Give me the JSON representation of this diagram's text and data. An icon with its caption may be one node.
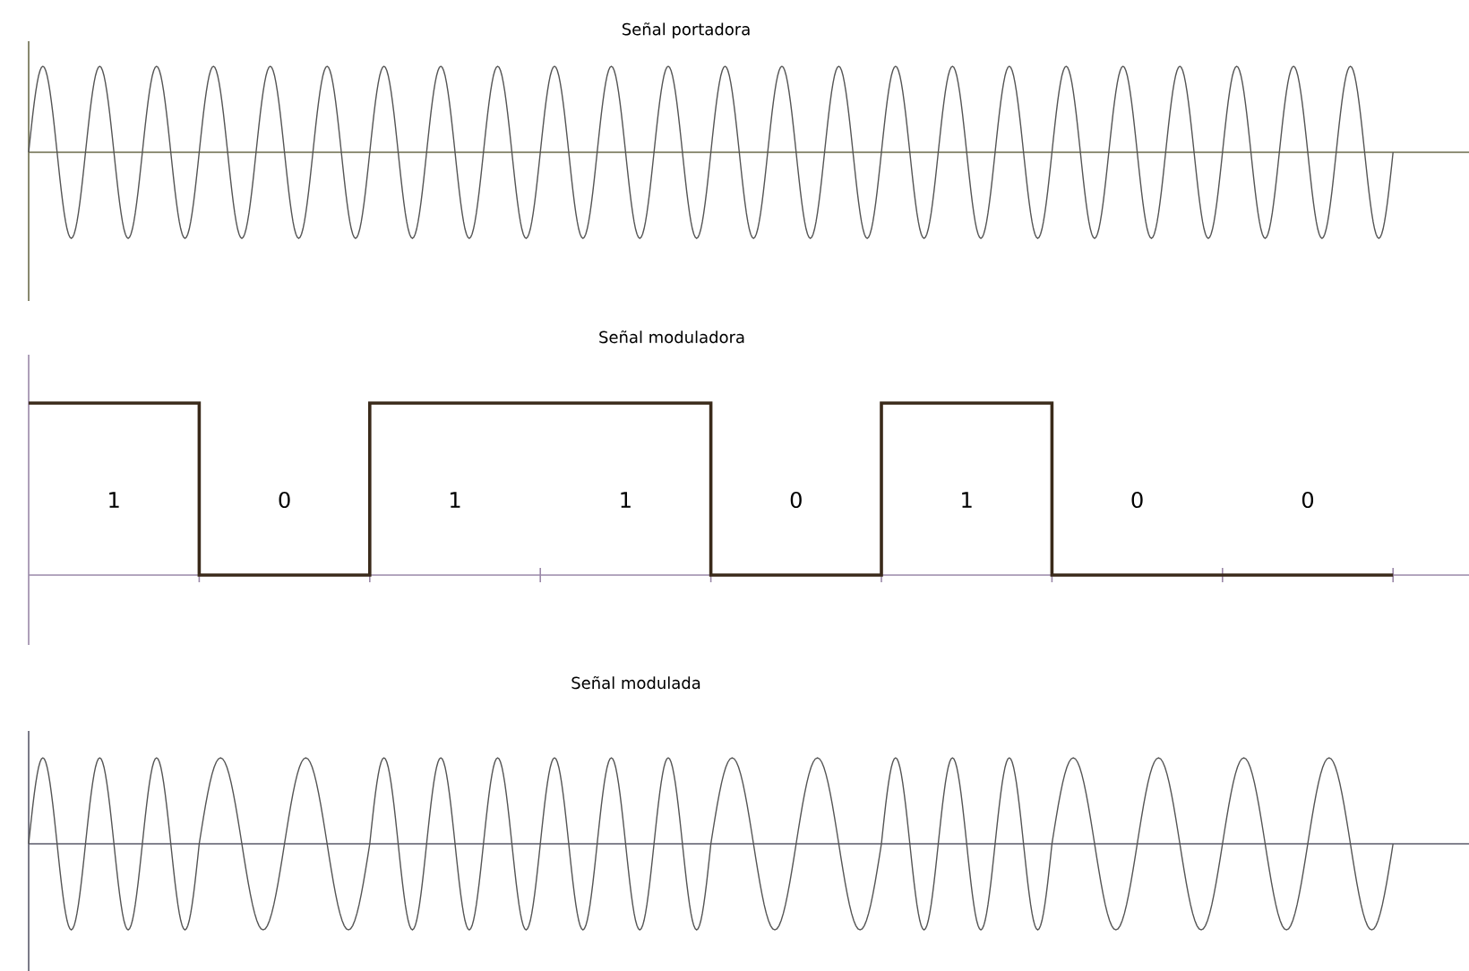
{
  "diagram": {
    "labels": [
      "Señal portadora",
      "Señal moduladora",
      "1",
      "0",
      "1",
      "1",
      "0",
      "1",
      "0",
      "0",
      "Señal modulada"
    ]
  }
}
